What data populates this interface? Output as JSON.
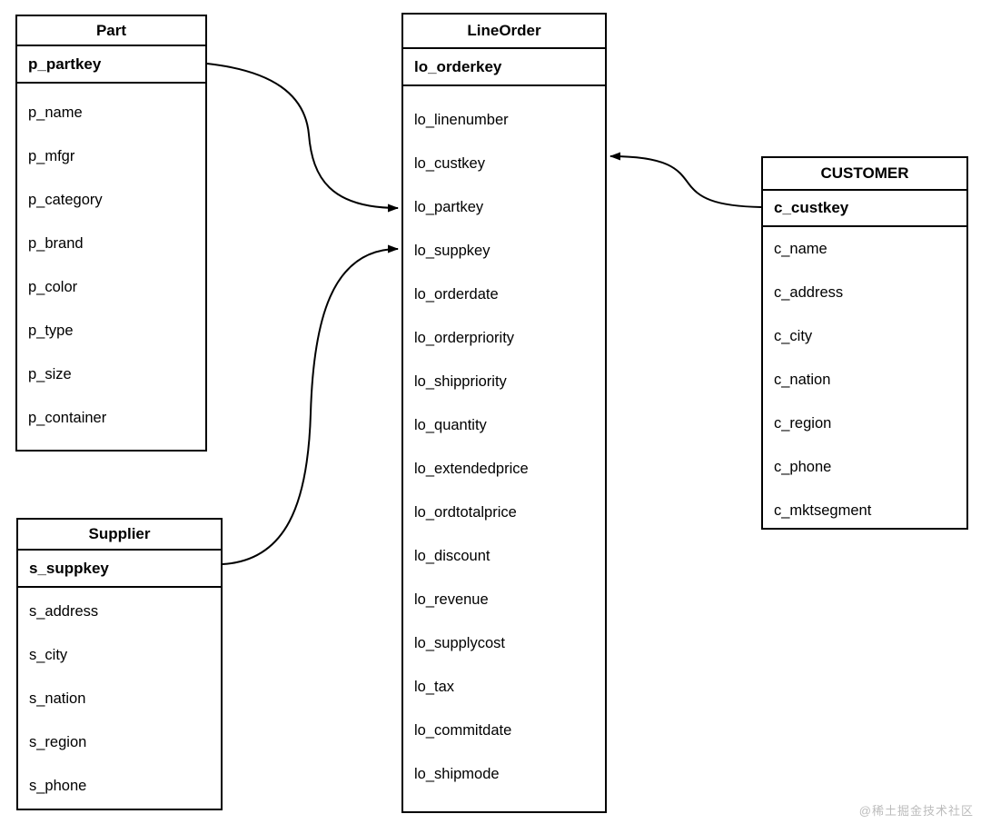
{
  "tables": [
    {
      "title": "Part",
      "key": "p_partkey",
      "fields": [
        "p_name",
        "p_mfgr",
        "p_category",
        "p_brand",
        "p_color",
        "p_type",
        "p_size",
        "p_container"
      ]
    },
    {
      "title": "LineOrder",
      "key": "lo_orderkey",
      "fields": [
        "lo_linenumber",
        "lo_custkey",
        "lo_partkey",
        "lo_suppkey",
        "lo_orderdate",
        "lo_orderpriority",
        "lo_shippriority",
        "lo_quantity",
        "lo_extendedprice",
        "lo_ordtotalprice",
        "lo_discount",
        "lo_revenue",
        "lo_supplycost",
        "lo_tax",
        "lo_commitdate",
        "lo_shipmode"
      ]
    },
    {
      "title": "Supplier",
      "key": "s_suppkey",
      "fields": [
        "s_address",
        "s_city",
        "s_nation",
        "s_region",
        "s_phone"
      ]
    },
    {
      "title": "CUSTOMER",
      "key": "c_custkey",
      "fields": [
        "c_name",
        "c_address",
        "c_city",
        "c_nation",
        "c_region",
        "c_phone",
        "c_mktsegment"
      ]
    }
  ],
  "relations": [
    {
      "from": "Part.p_partkey",
      "to": "LineOrder.lo_partkey"
    },
    {
      "from": "Supplier.s_suppkey",
      "to": "LineOrder.lo_suppkey"
    },
    {
      "from": "CUSTOMER.c_custkey",
      "to": "LineOrder.lo_custkey"
    }
  ],
  "watermark": {
    "text": "@稀土掘金技术社区"
  },
  "colors": {
    "line": "#000000",
    "background": "#ffffff",
    "watermark": "#bcbcbc"
  }
}
